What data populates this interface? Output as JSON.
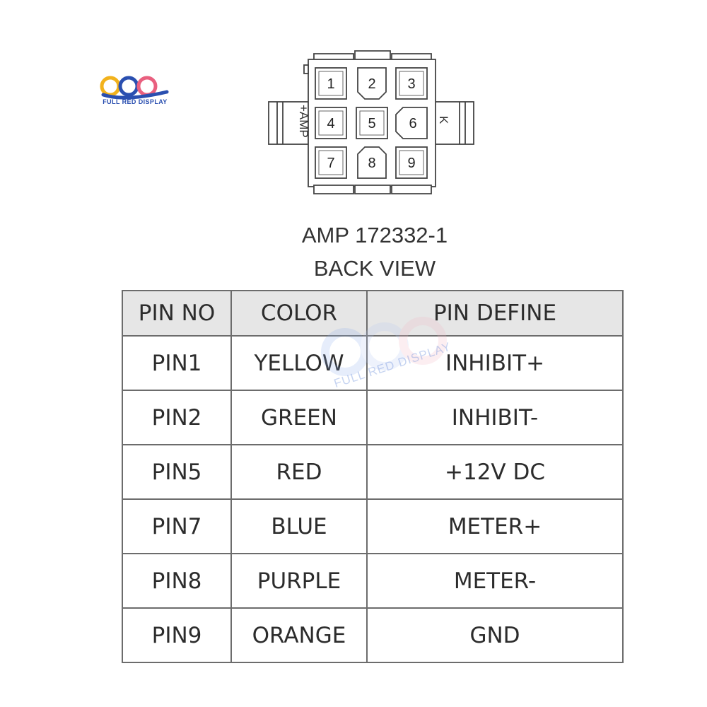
{
  "logo": {
    "text": "FULL RED DISPLAY"
  },
  "watermark": {
    "text": "FULL RED DISPLAY"
  },
  "connector": {
    "pins": [
      "1",
      "2",
      "3",
      "4",
      "5",
      "6",
      "7",
      "8",
      "9"
    ],
    "left_label": "+AMP",
    "right_label": "K"
  },
  "caption": {
    "part": "AMP 172332-1",
    "view": "BACK VIEW"
  },
  "table": {
    "headers": [
      "PIN NO",
      "COLOR",
      "PIN DEFINE"
    ],
    "rows": [
      [
        "PIN1",
        "YELLOW",
        "INHIBIT+"
      ],
      [
        "PIN2",
        "GREEN",
        "INHIBIT-"
      ],
      [
        "PIN5",
        "RED",
        "+12V DC"
      ],
      [
        "PIN7",
        "BLUE",
        "METER+"
      ],
      [
        "PIN8",
        "PURPLE",
        "METER-"
      ],
      [
        "PIN9",
        "ORANGE",
        "GND"
      ]
    ]
  },
  "colors": {
    "logo_blue": "#2a4fb0",
    "logo_yellow": "#f2b21c",
    "logo_pink": "#e9607f",
    "table_border": "#6c6c6c",
    "header_bg": "#e6e6e6"
  }
}
